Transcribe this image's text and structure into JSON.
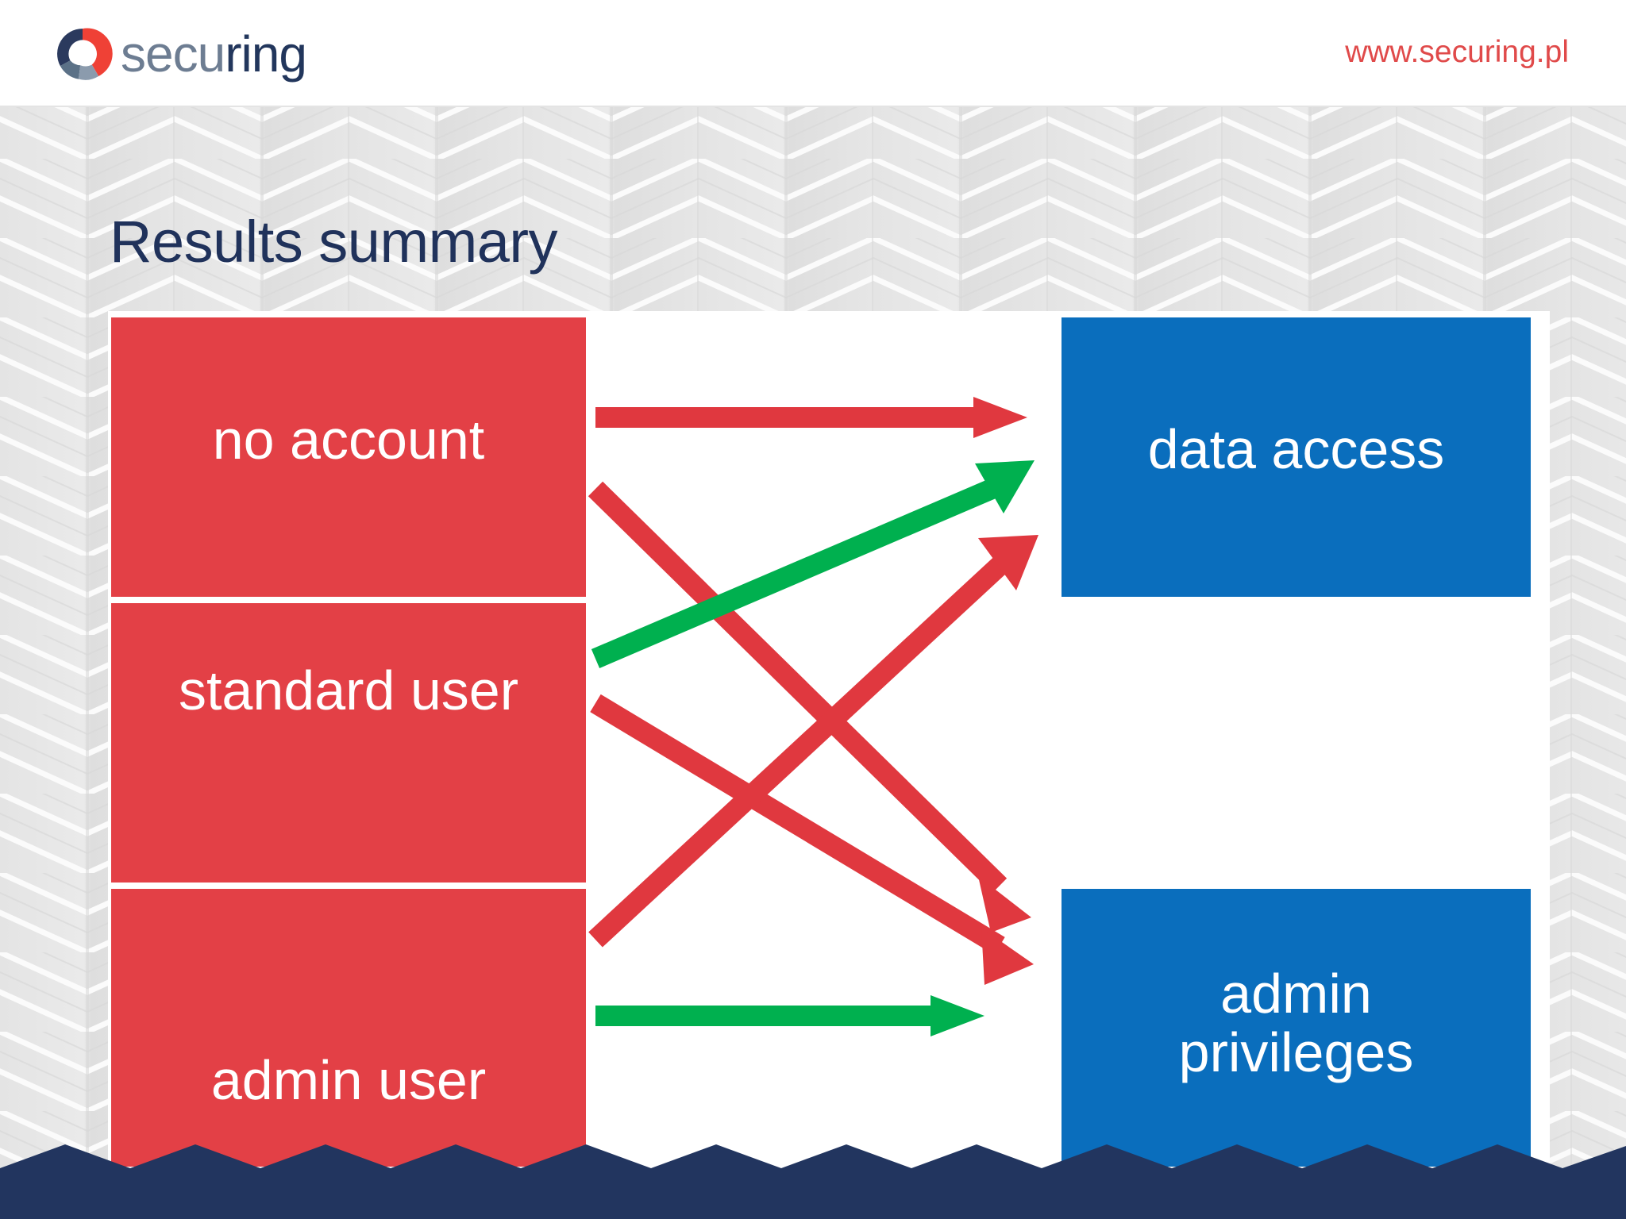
{
  "header": {
    "logo_word_part1": "secu",
    "logo_word_part2": "ring",
    "logo_icon": "securing-ring-logo",
    "site_url": "www.securing.pl"
  },
  "title": "Results summary",
  "diagram": {
    "left_boxes": [
      {
        "id": "no-account",
        "label": "no account",
        "color": "#e34046"
      },
      {
        "id": "standard-user",
        "label": "standard user",
        "color": "#e34046"
      },
      {
        "id": "admin-user",
        "label": "admin user",
        "color": "#e34046"
      }
    ],
    "right_boxes": [
      {
        "id": "data-access",
        "label": "data  access",
        "color": "#0a6ebd"
      },
      {
        "id": "admin-privileges",
        "label": "admin\nprivileges",
        "color": "#0a6ebd"
      }
    ],
    "connections": [
      {
        "from": "no-account",
        "to": "data-access",
        "color": "#e0383f",
        "meaning": "unauthorized-data-access"
      },
      {
        "from": "no-account",
        "to": "admin-privileges",
        "color": "#e0383f",
        "meaning": "unauthorized-admin-privileges"
      },
      {
        "from": "standard-user",
        "to": "data-access",
        "color": "#00b04f",
        "meaning": "allowed-data-access"
      },
      {
        "from": "standard-user",
        "to": "admin-privileges",
        "color": "#e0383f",
        "meaning": "privilege-escalation"
      },
      {
        "from": "admin-user",
        "to": "data-access",
        "color": "#e0383f",
        "meaning": "excessive-data-access"
      },
      {
        "from": "admin-user",
        "to": "admin-privileges",
        "color": "#00b04f",
        "meaning": "allowed-admin-privileges"
      }
    ]
  },
  "colors": {
    "red": "#e34046",
    "arrow_red": "#e0383f",
    "arrow_green": "#00b04f",
    "blue": "#0a6ebd",
    "navy": "#22355f",
    "url_red": "#e04a4a",
    "title_navy": "#20325b",
    "bg_gray": "#e8e8e8"
  }
}
